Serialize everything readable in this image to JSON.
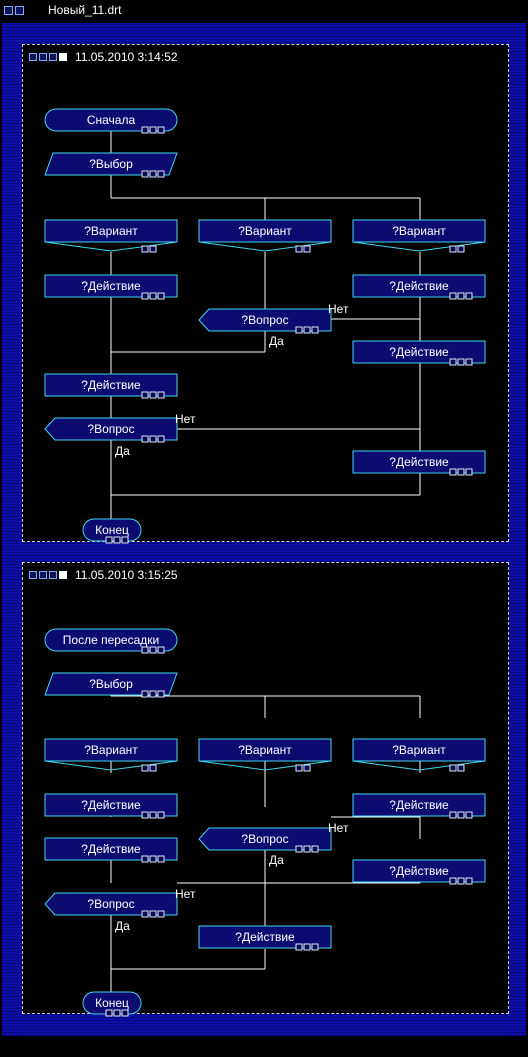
{
  "window": {
    "title": "Новый_11.drt"
  },
  "diagrams": [
    {
      "timestamp": "11.05.2010 3:14:52",
      "start": "Сначала",
      "choice": "?Выбор",
      "variant": "?Вариант",
      "action": "?Действие",
      "question": "?Вопрос",
      "yes": "Да",
      "no": "Нет",
      "end": "Конец"
    },
    {
      "timestamp": "11.05.2010 3:15:25",
      "start": "После пересадки",
      "choice": "?Выбор",
      "variant": "?Вариант",
      "action": "?Действие",
      "question": "?Вопрос",
      "yes": "Да",
      "no": "Нет",
      "end": "Конец"
    }
  ],
  "colors": {
    "shape_fill": "#0c0c70",
    "shape_border": "#3fd6f0",
    "line": "#ffffff",
    "panel_bg": "#000000",
    "workspace": "#0c0ea8"
  }
}
